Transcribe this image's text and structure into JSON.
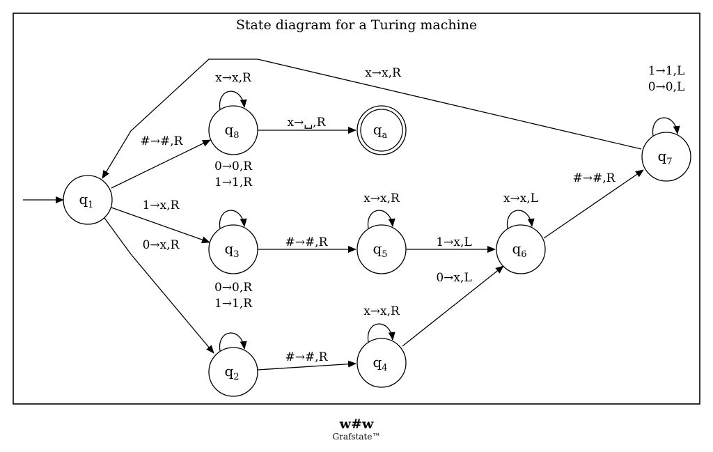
{
  "diagram": {
    "title": "State diagram for a Turing machine",
    "start_state": "q1",
    "states": [
      {
        "id": "q1",
        "base": "q",
        "sub": "1",
        "accepting": false
      },
      {
        "id": "q8",
        "base": "q",
        "sub": "8",
        "accepting": false
      },
      {
        "id": "qa",
        "base": "q",
        "sub": "a",
        "accepting": true
      },
      {
        "id": "q3",
        "base": "q",
        "sub": "3",
        "accepting": false
      },
      {
        "id": "q5",
        "base": "q",
        "sub": "5",
        "accepting": false
      },
      {
        "id": "q6",
        "base": "q",
        "sub": "6",
        "accepting": false
      },
      {
        "id": "q7",
        "base": "q",
        "sub": "7",
        "accepting": false
      },
      {
        "id": "q2",
        "base": "q",
        "sub": "2",
        "accepting": false
      },
      {
        "id": "q4",
        "base": "q",
        "sub": "4",
        "accepting": false
      }
    ],
    "transitions": [
      {
        "from": "q1",
        "to": "q8",
        "labels": [
          "#→#,R"
        ]
      },
      {
        "from": "q1",
        "to": "q3",
        "labels": [
          "1→x,R"
        ]
      },
      {
        "from": "q1",
        "to": "q2",
        "labels": [
          "0→x,R"
        ]
      },
      {
        "from": "q8",
        "to": "q8",
        "labels": [
          "x→x,R"
        ]
      },
      {
        "from": "q8",
        "to": "qa",
        "labels": [
          "x→␣,R"
        ]
      },
      {
        "from": "q3",
        "to": "q3",
        "labels": [
          "0→0,R",
          "1→1,R"
        ]
      },
      {
        "from": "q3",
        "to": "q5",
        "labels": [
          "#→#,R"
        ]
      },
      {
        "from": "q2",
        "to": "q2",
        "labels": [
          "0→0,R",
          "1→1,R"
        ]
      },
      {
        "from": "q2",
        "to": "q4",
        "labels": [
          "#→#,R"
        ]
      },
      {
        "from": "q5",
        "to": "q5",
        "labels": [
          "x→x,R"
        ]
      },
      {
        "from": "q5",
        "to": "q6",
        "labels": [
          "1→x,L"
        ]
      },
      {
        "from": "q4",
        "to": "q4",
        "labels": [
          "x→x,R"
        ]
      },
      {
        "from": "q4",
        "to": "q6",
        "labels": [
          "0→x,L"
        ]
      },
      {
        "from": "q6",
        "to": "q6",
        "labels": [
          "x→x,L"
        ]
      },
      {
        "from": "q6",
        "to": "q7",
        "labels": [
          "#→#,R"
        ]
      },
      {
        "from": "q7",
        "to": "q7",
        "labels": [
          "1→1,L",
          "0→0,L"
        ]
      },
      {
        "from": "q7",
        "to": "q1",
        "labels": [
          "x→x,R"
        ]
      }
    ]
  },
  "footer": {
    "name": "w#w",
    "brand": "Grafstate™"
  }
}
